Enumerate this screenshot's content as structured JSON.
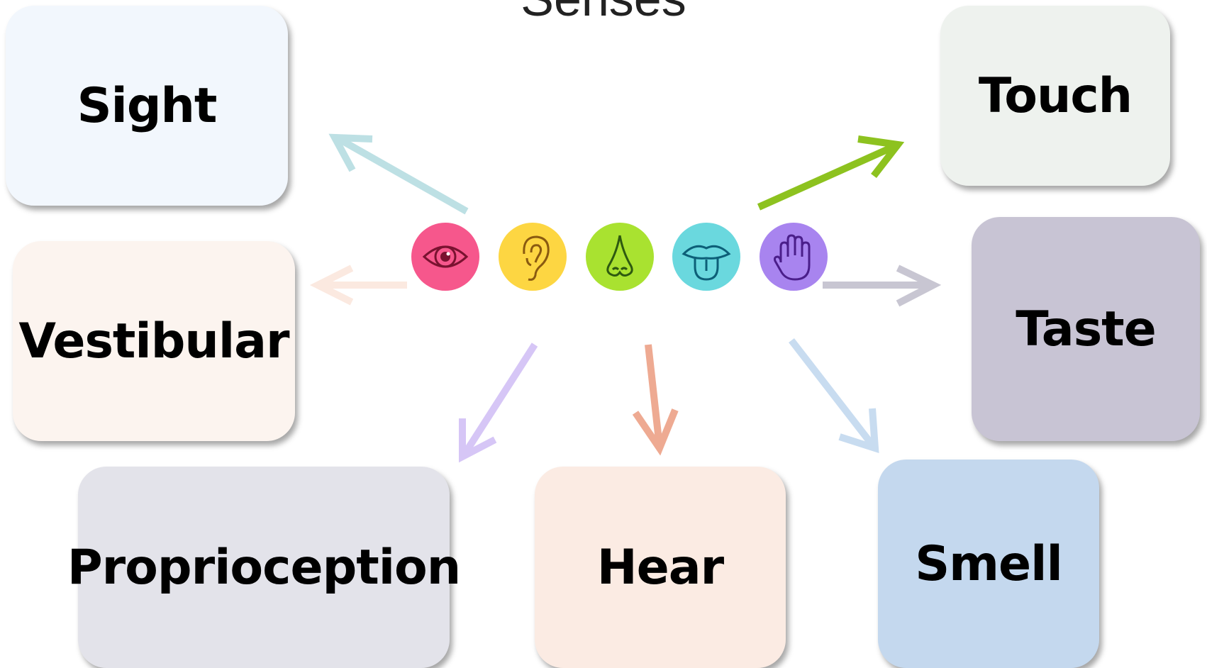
{
  "title": "Senses",
  "senses": {
    "sight": {
      "label": "Sight",
      "color": "#f2f7fd"
    },
    "touch": {
      "label": "Touch",
      "color": "#eef2ee"
    },
    "vestibular": {
      "label": "Vestibular",
      "color": "#fcf4ef"
    },
    "taste": {
      "label": "Taste",
      "color": "#c8c4d4"
    },
    "proprioception": {
      "label": "Proprioception",
      "color": "#e3e3ea"
    },
    "hear": {
      "label": "Hear",
      "color": "#fbebe3"
    },
    "smell": {
      "label": "Smell",
      "color": "#c4d8ee"
    }
  },
  "icons": [
    {
      "name": "eye-icon",
      "color": "#f6578c"
    },
    {
      "name": "ear-icon",
      "color": "#fdd642"
    },
    {
      "name": "nose-icon",
      "color": "#a9e230"
    },
    {
      "name": "tongue-icon",
      "color": "#6ad8de"
    },
    {
      "name": "hand-icon",
      "color": "#a884ef"
    }
  ],
  "arrow_colors": {
    "sight": "#bde0e4",
    "touch": "#8dc21f",
    "vestibular": "#fbe9e0",
    "taste": "#c8c6d2",
    "proprioception": "#d6c6f6",
    "hear": "#eeaa92",
    "smell": "#c8dcf0"
  }
}
